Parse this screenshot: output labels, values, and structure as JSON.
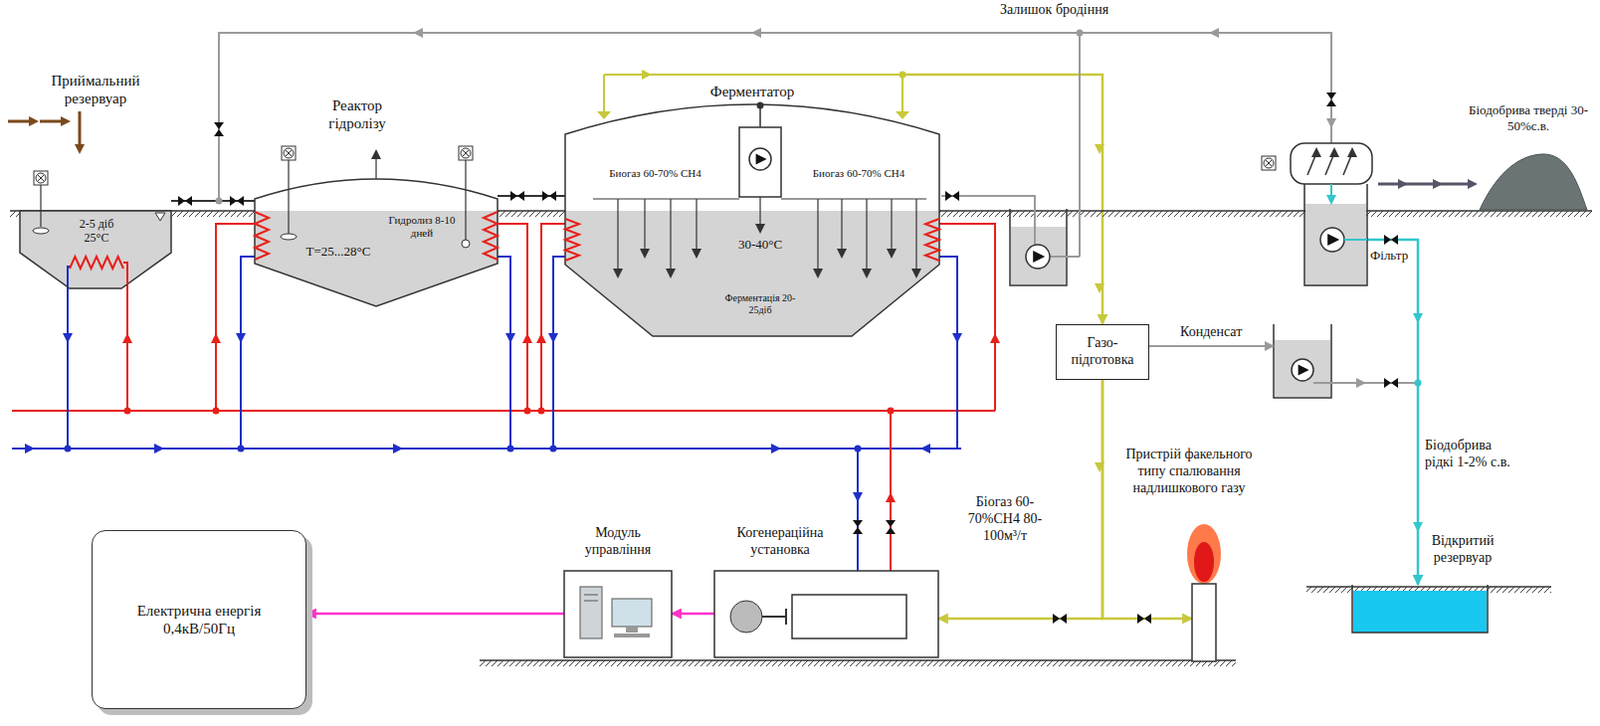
{
  "diagram": {
    "nodes": [
      {
        "text": [
          "Приймальний резервуар",
          "2-5 діб 25°C"
        ]
      },
      {
        "text": [
          "Реактор гідролізу",
          "T=25...28°C",
          "Гидролиз 8-10 дней"
        ]
      },
      {
        "text": [
          "Ферментатор",
          "Биогаз 60-70% CH4",
          "Биогаз 60-70% CH4",
          "30-40°C",
          "Ферментація 20-25діб"
        ]
      },
      {
        "text": [
          "Біодобрива тверді 30-50%с.в."
        ]
      },
      {
        "text": [
          "Фільтр"
        ]
      },
      {
        "text": [
          "Газо-підготовка"
        ]
      },
      {
        "text": [
          "Пристрій факельного типу спалювання надлишкового газу"
        ]
      },
      {
        "text": [
          "Відкритий резервуар"
        ]
      },
      {
        "text": [
          "Модуль управління"
        ]
      },
      {
        "text": [
          "Когенераційна установка"
        ]
      },
      {
        "text": [
          "Електрична енергія 0,4кВ/50Гц"
        ]
      }
    ],
    "edges": [
      {
        "from": 0,
        "to": 1,
        "arrow": "none"
      },
      {
        "from": 1,
        "to": 2,
        "arrow": "none"
      },
      {
        "from": 2,
        "to": 5,
        "arrow": "to"
      },
      {
        "from": 5,
        "to": 9,
        "label": "Біогаз 60-70%CH4 80-100м³/т",
        "arrow": "to"
      },
      {
        "from": 5,
        "to": 6,
        "arrow": "to"
      },
      {
        "from": 9,
        "to": 8,
        "arrow": "to"
      },
      {
        "from": 8,
        "to": 10,
        "arrow": "to"
      },
      {
        "from": 4,
        "to": 7,
        "label": "Біодобрива рідкі 1-2% с.в.",
        "arrow": "to"
      }
    ],
    "labels": [
      "Залишок бродіння",
      "Конденсат"
    ]
  }
}
